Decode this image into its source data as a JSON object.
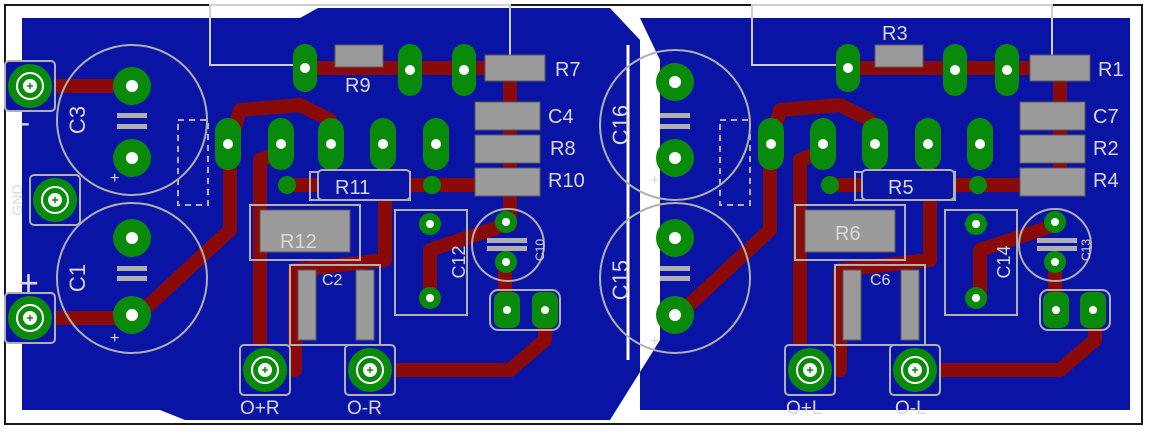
{
  "colors": {
    "board": "#ffffff",
    "outline": "#1a1a1a",
    "copper": "#0a14a4",
    "trace": "#8a0a0a",
    "pad": "#0a8a0a",
    "silk": "#b0b0b0",
    "text": "#d8d8d8",
    "hole": "#ffffff"
  },
  "designators": {
    "C1": "C1",
    "C2": "C2",
    "C3": "C3",
    "C4": "C4",
    "C6": "C6",
    "C7": "C7",
    "C10": "C10",
    "C12": "C12",
    "C13": "C13",
    "C14": "C14",
    "C15": "C15",
    "C16": "C16",
    "R1": "R1",
    "R2": "R2",
    "R3": "R3",
    "R4": "R4",
    "R5": "R5",
    "R6": "R6",
    "R7": "R7",
    "R8": "R8",
    "R9": "R9",
    "R10": "R10",
    "R11": "R11",
    "R12": "R12"
  },
  "connectors": {
    "minus": "-",
    "gnd": "GND",
    "plus": "+",
    "o_plus_r": "O+R",
    "o_minus_r": "O-R",
    "o_plus_l": "O+L",
    "o_minus_l": "O-L"
  },
  "polarity": {
    "plus": "+"
  }
}
